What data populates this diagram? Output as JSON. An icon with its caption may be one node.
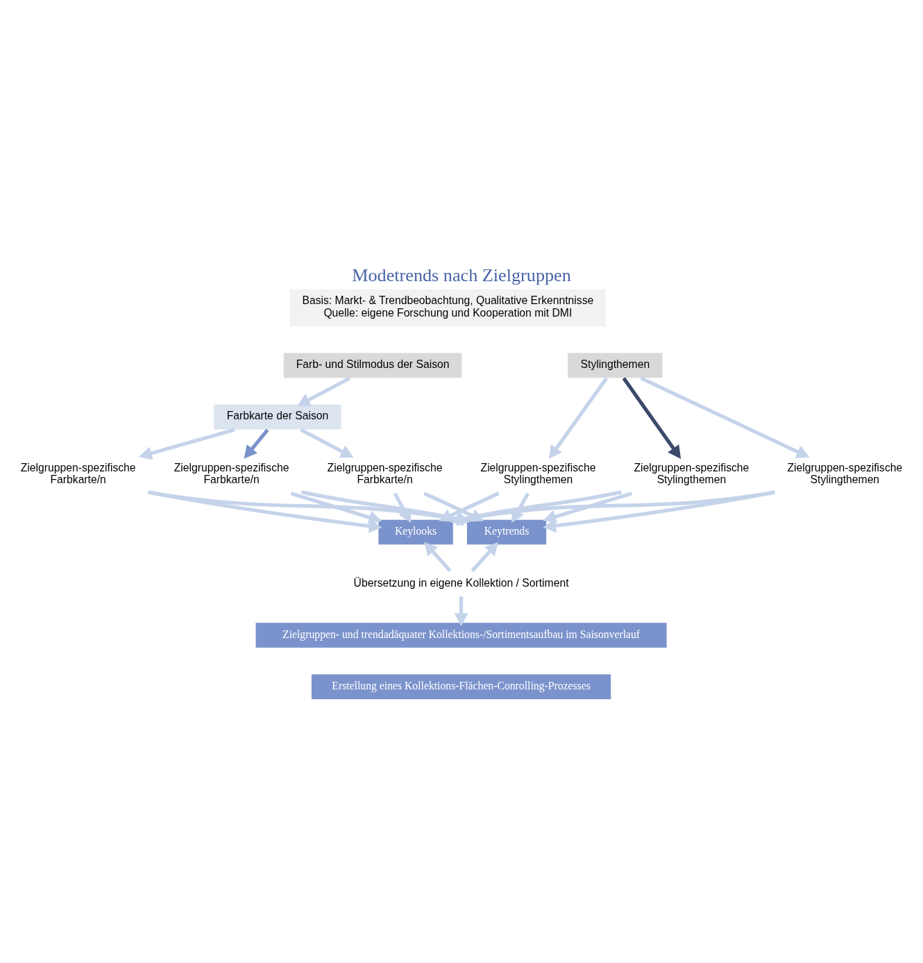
{
  "diagram": {
    "title": "Modetrends nach Zielgruppen",
    "nodes": [
      {
        "text": [
          "Basis: Markt- & Trendbeobachtung, Qualitative Erkenntnisse",
          "Quelle: eigene Forschung und Kooperation mit DMI"
        ]
      },
      {
        "text": [
          "Farb- und Stilmodus der Saison"
        ]
      },
      {
        "text": [
          "Stylingthemen"
        ]
      },
      {
        "text": [
          "Farbkarte der Saison"
        ]
      },
      {
        "text": [
          "Zielgruppen-spezifische Farbkarte/n"
        ]
      },
      {
        "text": [
          "Zielgruppen-spezifische Farbkarte/n"
        ]
      },
      {
        "text": [
          "Zielgruppen-spezifische Farbkarte/n"
        ]
      },
      {
        "text": [
          "Zielgruppen-spezifische Stylingthemen"
        ]
      },
      {
        "text": [
          "Zielgruppen-spezifische Stylingthemen"
        ]
      },
      {
        "text": [
          "Zielgruppen-spezifische Stylingthemen"
        ]
      },
      {
        "text": [
          "Keylooks"
        ]
      },
      {
        "text": [
          "Keytrends"
        ]
      },
      {
        "text": [
          "Übersetzung in eigene Kollektion / Sortiment"
        ]
      },
      {
        "text": [
          "Zielgruppen- und trendadäquater Kollektions-/Sortimentsaufbau im Saisonverlauf"
        ]
      },
      {
        "text": [
          "Erstellung eines Kollektions-Flächen-Conrolling-Prozesses"
        ]
      }
    ],
    "edges": [
      {
        "from": 1,
        "to": 3,
        "arrow": "to"
      },
      {
        "from": 3,
        "to": 4,
        "arrow": "to"
      },
      {
        "from": 3,
        "to": 5,
        "arrow": "to",
        "color": "#7b93cc"
      },
      {
        "from": 3,
        "to": 6,
        "arrow": "to"
      },
      {
        "from": 2,
        "to": 7,
        "arrow": "to"
      },
      {
        "from": 2,
        "to": 8,
        "arrow": "to",
        "color": "#3b4a6b"
      },
      {
        "from": 2,
        "to": 9,
        "arrow": "to"
      },
      {
        "from": 4,
        "to": 10,
        "arrow": "to"
      },
      {
        "from": 4,
        "to": 11,
        "arrow": "to"
      },
      {
        "from": 5,
        "to": 10,
        "arrow": "to"
      },
      {
        "from": 5,
        "to": 11,
        "arrow": "to"
      },
      {
        "from": 6,
        "to": 10,
        "arrow": "to"
      },
      {
        "from": 6,
        "to": 11,
        "arrow": "to"
      },
      {
        "from": 7,
        "to": 10,
        "arrow": "to"
      },
      {
        "from": 7,
        "to": 11,
        "arrow": "to"
      },
      {
        "from": 8,
        "to": 10,
        "arrow": "to"
      },
      {
        "from": 8,
        "to": 11,
        "arrow": "to"
      },
      {
        "from": 9,
        "to": 10,
        "arrow": "to"
      },
      {
        "from": 9,
        "to": 11,
        "arrow": "to"
      },
      {
        "from": 12,
        "to": 10,
        "arrow": "to"
      },
      {
        "from": 12,
        "to": 11,
        "arrow": "to"
      },
      {
        "from": 12,
        "to": 13,
        "arrow": "to"
      }
    ]
  }
}
